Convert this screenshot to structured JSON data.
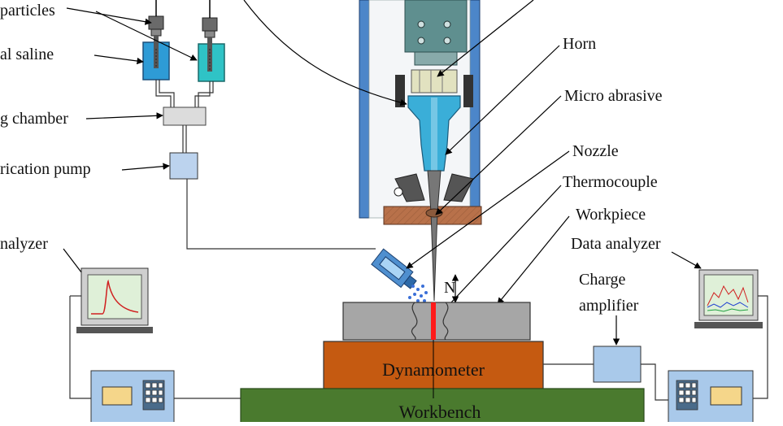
{
  "labels": {
    "particles": "particles",
    "saline": "al saline",
    "chamber": "g chamber",
    "pump": "rication pump",
    "left_analyzer": "nalyzer",
    "horn": "Horn",
    "micro_abrasive": "Micro abrasive",
    "nozzle": "Nozzle",
    "thermocouple": "Thermocouple",
    "workpiece": "Workpiece",
    "data_analyzer": "Data analyzer",
    "charge_line1": "Charge",
    "charge_line2": "amplifier",
    "force_symbol": "N",
    "dynamometer": "Dynamometer",
    "workbench": "Workbench"
  },
  "colors": {
    "horn": "#3aaed8",
    "saline_tank": "#2e9bd6",
    "particle_tank": "#2fc3c6",
    "nozzle": "#4f8fcf",
    "thermocouple": "#ff1a1a",
    "dynamometer": "#c55a11",
    "workbench": "#4a7a2e",
    "amplifier": "#a9c9ea",
    "monitor_screen": "#dff0d8",
    "base_plate": "#b8714a"
  },
  "icons": {
    "left_monitor": "oscilloscope-monitor-icon",
    "right_monitor": "data-monitor-icon",
    "keypad": "keypad-icon"
  }
}
